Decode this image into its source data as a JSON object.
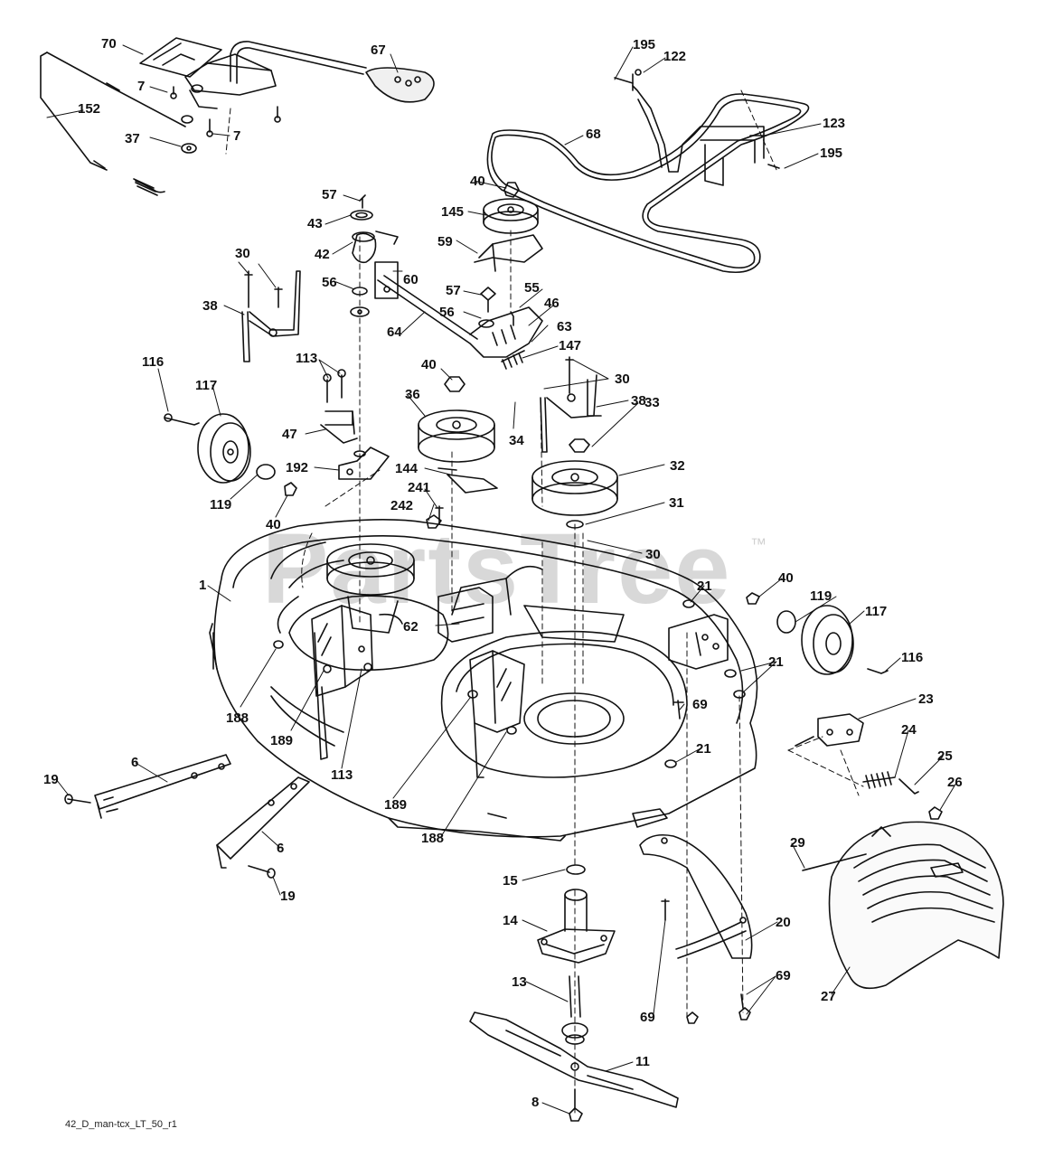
{
  "watermark": {
    "text": "PartsTree",
    "trademark": "™"
  },
  "footer_code": "42_D_man-tcx_LT_50_r1",
  "callouts": {
    "c70": "70",
    "c67": "67",
    "c7a": "7",
    "c7b": "7",
    "c152": "152",
    "c37": "37",
    "c195a": "195",
    "c122": "122",
    "c68": "68",
    "c123": "123",
    "c195b": "195",
    "c57a": "57",
    "c43": "43",
    "c42": "42",
    "c56a": "56",
    "c60": "60",
    "c30a": "30",
    "c38a": "38",
    "c64": "64",
    "c40a": "40",
    "c145": "145",
    "c59": "59",
    "c57b": "57",
    "c55": "55",
    "c56b": "56",
    "c46": "46",
    "c63": "63",
    "c147": "147",
    "c116a": "116",
    "c117a": "117",
    "c113a": "113",
    "c40b": "40",
    "c36": "36",
    "c30b": "30",
    "c38b": "38",
    "c47": "47",
    "c34": "34",
    "c33": "33",
    "c192": "192",
    "c144": "144",
    "c32": "32",
    "c119a": "119",
    "c241": "241",
    "c242": "242",
    "c31": "31",
    "c40c": "40",
    "c30c": "30",
    "c1": "1",
    "c40d": "40",
    "c21a": "21",
    "c119b": "119",
    "c117b": "117",
    "c62": "62",
    "c116b": "116",
    "c21b": "21",
    "c188a": "188",
    "c69a": "69",
    "c23": "23",
    "c189a": "189",
    "c113b": "113",
    "c21c": "21",
    "c24": "24",
    "c25": "25",
    "c6a": "6",
    "c19a": "19",
    "c26": "26",
    "c189b": "189",
    "c188b": "188",
    "c6b": "6",
    "c29": "29",
    "c19b": "19",
    "c15": "15",
    "c20": "20",
    "c14": "14",
    "c69b": "69",
    "c27": "27",
    "c13": "13",
    "c69c": "69",
    "c11": "11",
    "c8": "8"
  }
}
